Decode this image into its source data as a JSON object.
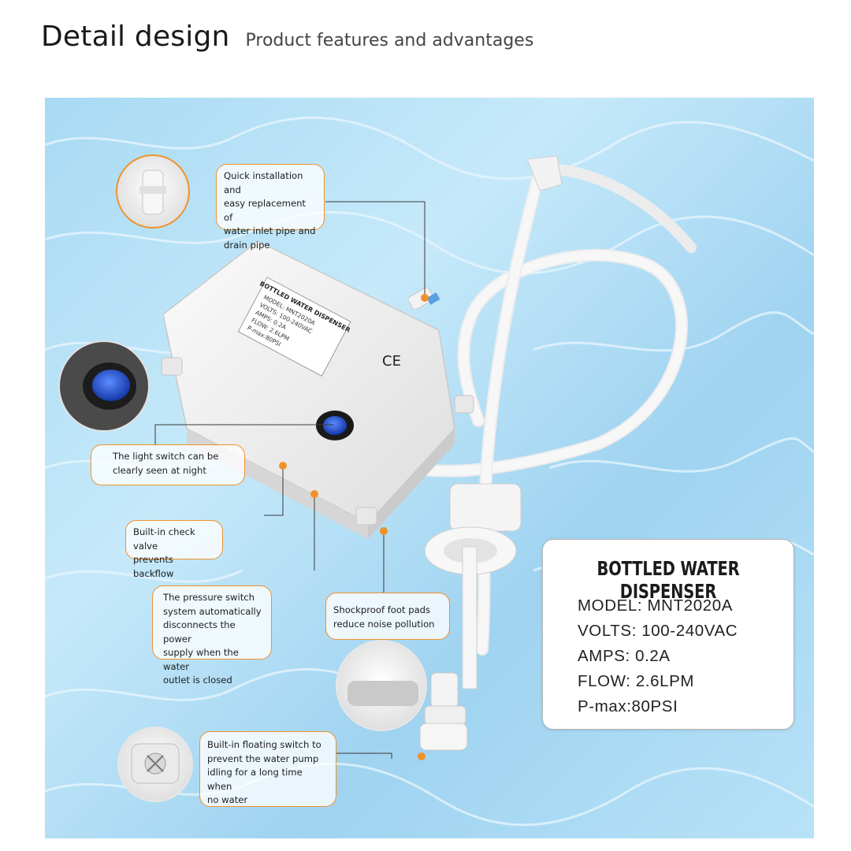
{
  "header": {
    "title": "Detail design",
    "subtitle": "Product features and advantages"
  },
  "device_label": {
    "brand": "BOTTLED WATER DISPENSER",
    "model": "MODEL: MNT2020A",
    "volts": "VOLTS: 100-240VAC",
    "amps": "AMPS: 0.2A",
    "flow": "FLOW: 2.6LPM",
    "pmax": "P-max:80PSI",
    "ce_mark": "CE"
  },
  "callouts": {
    "quick_install": [
      "Quick installation and",
      "easy replacement of",
      "water inlet pipe and",
      "drain pipe"
    ],
    "light_switch": [
      "The light switch can be",
      "clearly seen at night"
    ],
    "check_valve": [
      "Built-in check valve",
      "prevents backflow"
    ],
    "pressure_switch": [
      "The pressure switch",
      "system automatically",
      "disconnects the power",
      "supply when the water",
      "outlet is closed"
    ],
    "foot_pads": [
      "Shockproof foot pads",
      "reduce noise pollution"
    ],
    "floating_switch": [
      "Built-in floating switch to",
      "prevent the water pump",
      "idling for a long time when",
      "no water"
    ]
  },
  "spec_card": {
    "title": "BOTTLED WATER DISPENSER",
    "model": "MODEL: MNT2020A",
    "volts": "VOLTS: 100-240VAC",
    "amps": "AMPS: 0.2A",
    "flow": "FLOW: 2.6LPM",
    "pmax": "P-max:80PSI"
  },
  "colors": {
    "accent": "#f0922b",
    "water": "#a8daf3",
    "device": "#f4f4f4",
    "switch": "#2a5fd6"
  }
}
